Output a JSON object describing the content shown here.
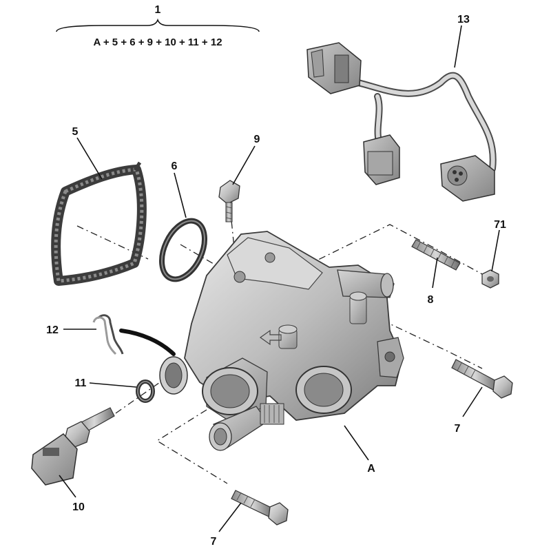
{
  "diagram": {
    "assembly": {
      "number": "1",
      "formula": "A + 5 + 6 + 9 + 10 + 11 + 12"
    },
    "callouts": {
      "housing": "A",
      "gasket": "5",
      "o_ring": "6",
      "bleed_screw": "9",
      "harness": "13",
      "stud_bolt": "8",
      "nut": "71",
      "clip": "12",
      "seal_ring": "11",
      "temp_sensor": "10",
      "bolt_right": "7",
      "bolt_bottom": "7"
    }
  }
}
